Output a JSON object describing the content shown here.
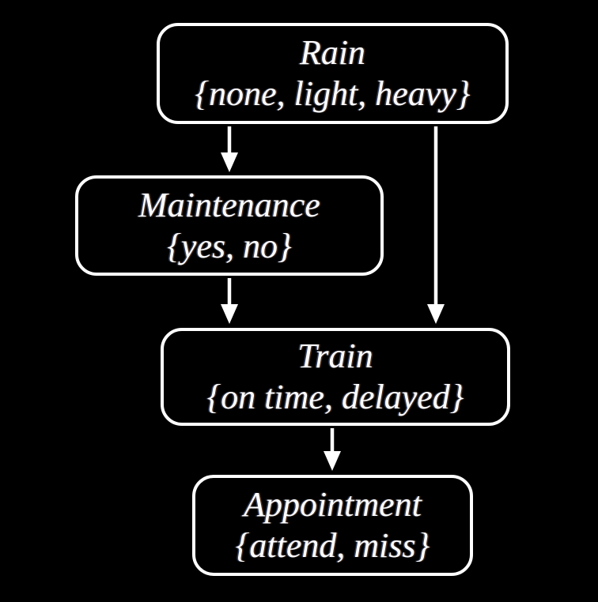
{
  "diagram": {
    "type": "bayesian-network",
    "background_color": "#000000",
    "node_fill_color": "#000000",
    "node_border_color": "#ffffff",
    "text_color": "#ffffff",
    "edge_color": "#ffffff",
    "nodes": [
      {
        "id": "rain",
        "label": "Rain",
        "values": "{none, light, heavy}"
      },
      {
        "id": "maintenance",
        "label": "Maintenance",
        "values": "{yes, no}"
      },
      {
        "id": "train",
        "label": "Train",
        "values": "{on time, delayed}"
      },
      {
        "id": "appointment",
        "label": "Appointment",
        "values": "{attend, miss}"
      }
    ],
    "edges": [
      {
        "from": "Rain",
        "to": "Maintenance"
      },
      {
        "from": "Rain",
        "to": "Train"
      },
      {
        "from": "Maintenance",
        "to": "Train"
      },
      {
        "from": "Train",
        "to": "Appointment"
      }
    ]
  }
}
